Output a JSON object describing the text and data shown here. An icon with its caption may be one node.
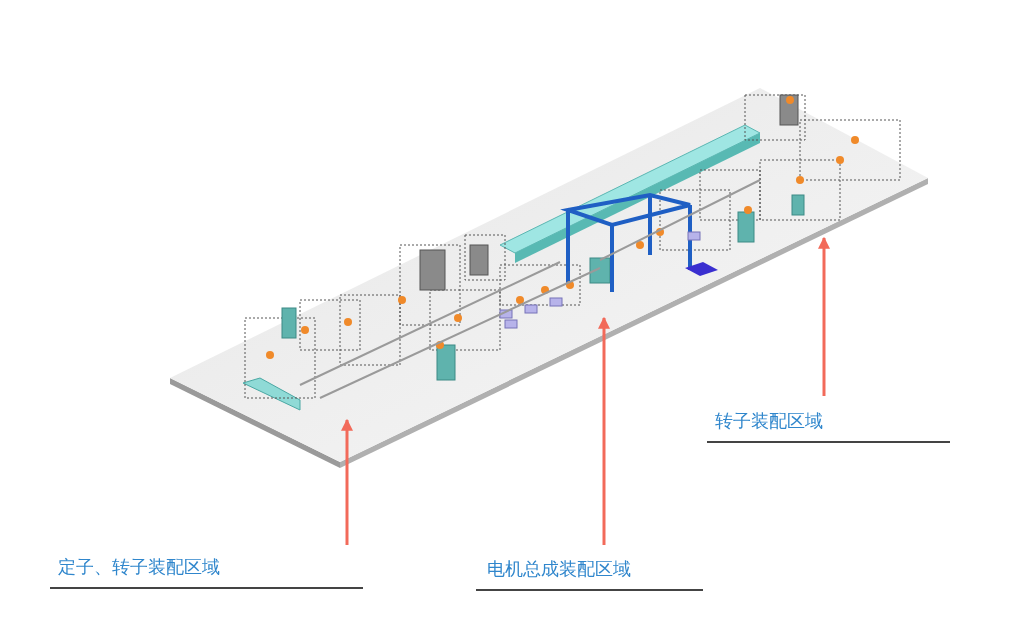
{
  "diagram": {
    "nodes": [
      {
        "text": [
          "定子、转子装配区域"
        ]
      },
      {
        "text": [
          "电机总成装配区域"
        ]
      },
      {
        "text": [
          "转子装配区域"
        ]
      }
    ],
    "edges": [
      {
        "from": 0,
        "to": null,
        "arrow": "to"
      },
      {
        "from": 1,
        "to": null,
        "arrow": "to"
      },
      {
        "from": 2,
        "to": null,
        "arrow": "to"
      }
    ]
  }
}
